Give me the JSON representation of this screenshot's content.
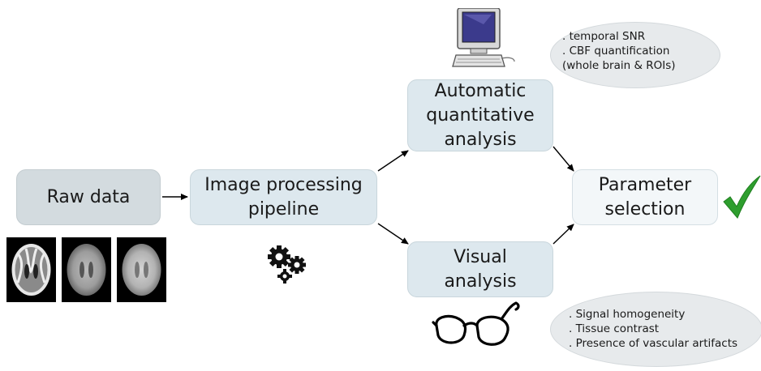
{
  "nodes": {
    "raw": "Raw data",
    "processing": "Image processing\npipeline",
    "automatic": "Automatic\nquantitative\nanalysis",
    "visual": "Visual\nanalysis",
    "parameter": "Parameter\nselection"
  },
  "automatic_metrics": [
    ". temporal SNR",
    ". CBF quantification",
    "(whole brain & ROIs)"
  ],
  "visual_metrics": [
    ". Signal homogeneity",
    ". Tissue contrast",
    ". Presence of vascular artifacts"
  ],
  "icons": {
    "computer": "computer-icon",
    "gears": "gears-icon",
    "glasses": "glasses-icon",
    "checkmark": "checkmark-icon",
    "mri": "brain-mri-slice-icon"
  },
  "colors": {
    "box": "#dde8ee",
    "raw_box": "#d3dbdf",
    "check": "#2e9e2e"
  }
}
